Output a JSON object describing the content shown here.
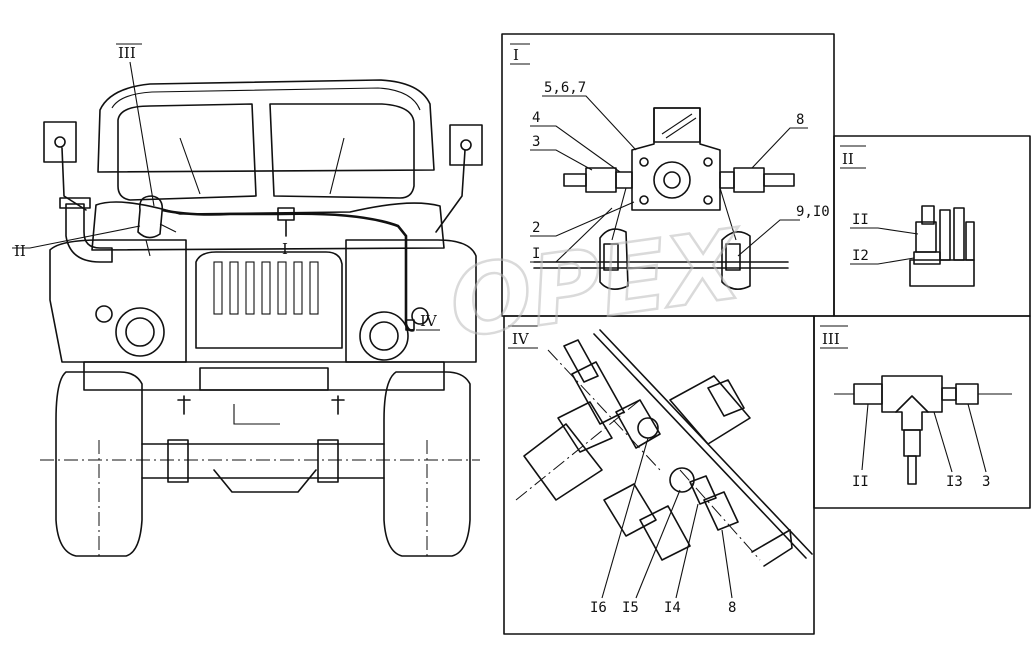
{
  "watermark": "OPEX",
  "views": {
    "v1": {
      "title": "I"
    },
    "v2": {
      "title": "II"
    },
    "v3": {
      "title": "III"
    },
    "v4": {
      "title": "IV"
    }
  },
  "main_callouts": {
    "ref_ii": "II",
    "ref_iii": "III",
    "ref_i": "I",
    "ref_iv": "IV"
  },
  "callouts_v1": {
    "c567": "5,6,7",
    "c4": "4",
    "c3": "3",
    "c8": "8",
    "c2": "2",
    "c1": "I",
    "c910": "9,I0"
  },
  "callouts_v2": {
    "c11": "II",
    "c12": "I2"
  },
  "callouts_v3": {
    "c11": "II",
    "c13": "I3",
    "c3": "3"
  },
  "callouts_v4": {
    "c16": "I6",
    "c15": "I5",
    "c14": "I4",
    "c8": "8"
  },
  "colors": {
    "ink": "#111111",
    "background": "#ffffff",
    "watermark": "#bdbdbd"
  }
}
